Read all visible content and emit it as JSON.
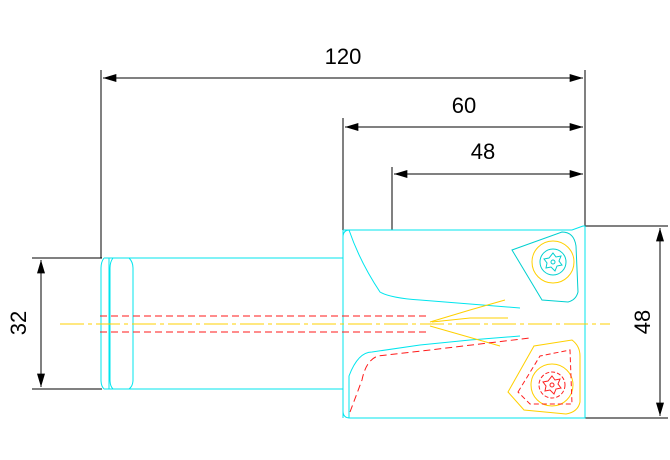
{
  "drawing": {
    "dimensions": {
      "overall_length": "120",
      "head_length": "60",
      "insert_length": "48",
      "shank_diameter": "32",
      "head_diameter": "48"
    },
    "colors": {
      "background": "#ffffff",
      "outline": "#00e5ee",
      "centerline": "#ffd000",
      "hidden": "#ff1a1a",
      "dimension": "#000000",
      "insert_torx_cyan": "#00d0d0",
      "insert_torx_red": "#ff2020"
    }
  }
}
